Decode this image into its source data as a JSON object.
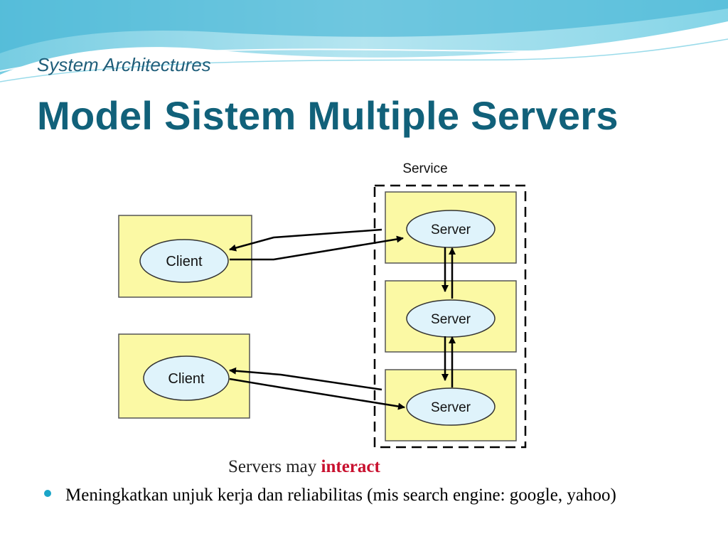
{
  "slide": {
    "subtitle": "System Architectures",
    "title": "Model Sistem Multiple Servers"
  },
  "diagram": {
    "service_label": "Service",
    "clients": [
      "Client",
      "Client"
    ],
    "servers": [
      "Server",
      "Server",
      "Server"
    ],
    "caption_prefix": "Servers may ",
    "caption_emphasis": "interact",
    "colors": {
      "box_fill": "#fbf9a4",
      "ellipse_fill": "#dff3fb",
      "emphasis": "#c8102e"
    }
  },
  "bullets": [
    "Meningkatkan unjuk kerja dan reliabilitas (mis search engine: google, yahoo)"
  ]
}
